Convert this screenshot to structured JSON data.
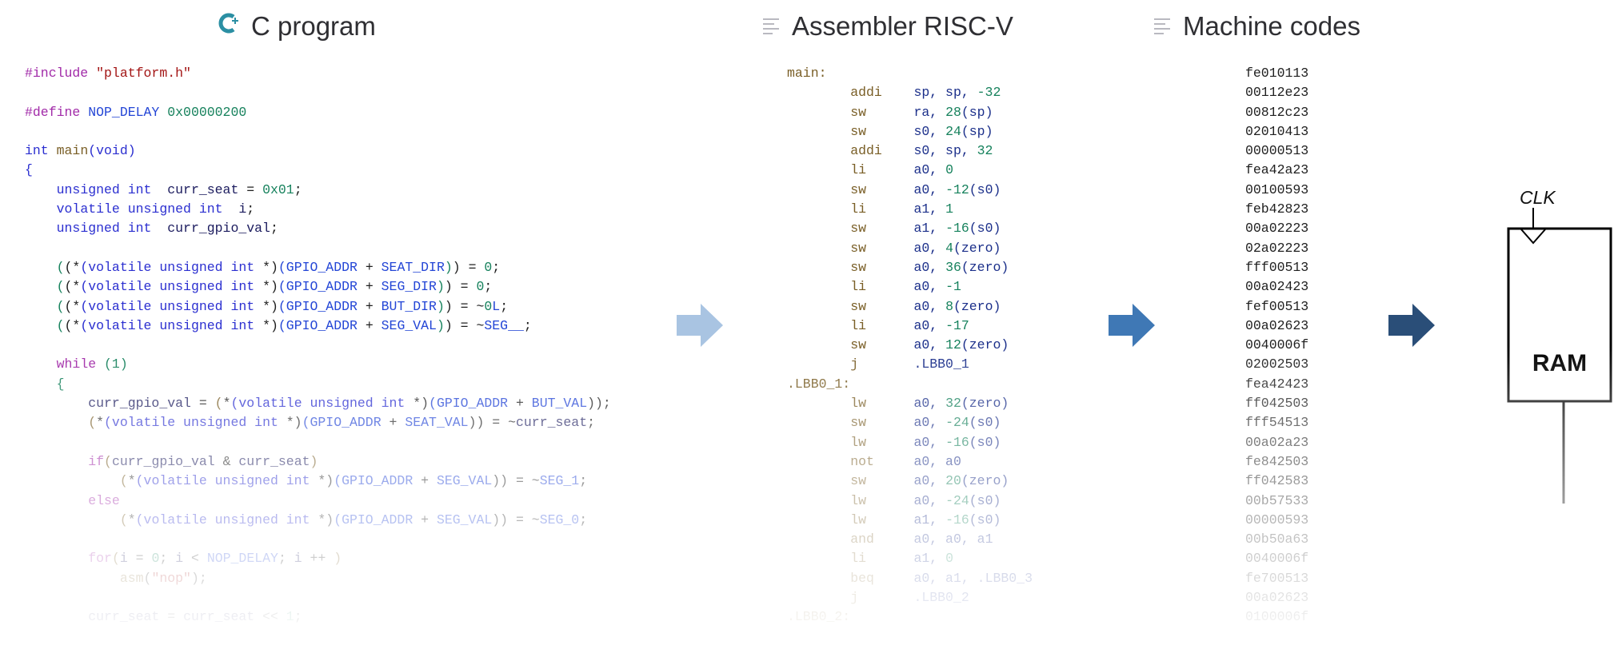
{
  "titles": {
    "c_program": "C program",
    "assembler": "Assembler RISC-V",
    "machine": "Machine codes"
  },
  "c_code": [
    [
      [
        "pp",
        "#include "
      ],
      [
        "str",
        "\"platform.h\""
      ]
    ],
    [],
    [
      [
        "pp",
        "#define "
      ],
      [
        "mac",
        "NOP_DELAY "
      ],
      [
        "num",
        "0x00000200"
      ]
    ],
    [],
    [
      [
        "kw",
        "int "
      ],
      [
        "fn",
        "main"
      ],
      [
        "kw",
        "(void)"
      ]
    ],
    [
      [
        "kw",
        "{"
      ]
    ],
    [
      [
        "plain",
        "    "
      ],
      [
        "kw",
        "unsigned int  "
      ],
      [
        "id",
        "curr_seat"
      ],
      [
        "plain",
        " = "
      ],
      [
        "num",
        "0x01"
      ],
      [
        "plain",
        ";"
      ]
    ],
    [
      [
        "plain",
        "    "
      ],
      [
        "kw",
        "volatile unsigned int  "
      ],
      [
        "id",
        "i"
      ],
      [
        "plain",
        ";"
      ]
    ],
    [
      [
        "plain",
        "    "
      ],
      [
        "kw",
        "unsigned int  "
      ],
      [
        "id",
        "curr_gpio_val"
      ],
      [
        "plain",
        ";"
      ]
    ],
    [],
    [
      [
        "plain",
        "    "
      ],
      [
        "num",
        "("
      ],
      [
        "plain",
        "(*"
      ],
      [
        "kw",
        "(volatile unsigned int "
      ],
      [
        "plain",
        "*)"
      ],
      [
        "mac",
        "(GPIO_ADDR"
      ],
      [
        "plain",
        " + "
      ],
      [
        "mac",
        "SEAT_DIR"
      ],
      [
        "num",
        ")"
      ],
      [
        "plain",
        ") = "
      ],
      [
        "num",
        "0"
      ],
      [
        "plain",
        ";"
      ]
    ],
    [
      [
        "plain",
        "    "
      ],
      [
        "num",
        "("
      ],
      [
        "plain",
        "(*"
      ],
      [
        "kw",
        "(volatile unsigned int "
      ],
      [
        "plain",
        "*)"
      ],
      [
        "mac",
        "(GPIO_ADDR"
      ],
      [
        "plain",
        " + "
      ],
      [
        "mac",
        "SEG_DIR"
      ],
      [
        "num",
        ")"
      ],
      [
        "plain",
        ") = "
      ],
      [
        "num",
        "0"
      ],
      [
        "plain",
        ";"
      ]
    ],
    [
      [
        "plain",
        "    "
      ],
      [
        "num",
        "("
      ],
      [
        "plain",
        "(*"
      ],
      [
        "kw",
        "(volatile unsigned int "
      ],
      [
        "plain",
        "*)"
      ],
      [
        "mac",
        "(GPIO_ADDR"
      ],
      [
        "plain",
        " + "
      ],
      [
        "mac",
        "BUT_DIR"
      ],
      [
        "num",
        ")"
      ],
      [
        "plain",
        ") = ~"
      ],
      [
        "num",
        "0"
      ],
      [
        "mac",
        "L"
      ],
      [
        "plain",
        ";"
      ]
    ],
    [
      [
        "plain",
        "    "
      ],
      [
        "num",
        "("
      ],
      [
        "plain",
        "(*"
      ],
      [
        "kw",
        "(volatile unsigned int "
      ],
      [
        "plain",
        "*)"
      ],
      [
        "mac",
        "(GPIO_ADDR"
      ],
      [
        "plain",
        " + "
      ],
      [
        "mac",
        "SEG_VAL"
      ],
      [
        "num",
        ")"
      ],
      [
        "plain",
        ") = ~"
      ],
      [
        "mac",
        "SEG__"
      ],
      [
        "plain",
        ";"
      ]
    ],
    [],
    [
      [
        "plain",
        "    "
      ],
      [
        "pp",
        "while "
      ],
      [
        "num",
        "(1)"
      ]
    ],
    [
      [
        "plain",
        "    "
      ],
      [
        "num",
        "{"
      ]
    ],
    [
      [
        "plain",
        "        "
      ],
      [
        "id",
        "curr_gpio_val"
      ],
      [
        "plain",
        " = "
      ],
      [
        "fn",
        "("
      ],
      [
        "plain",
        "*"
      ],
      [
        "kw",
        "(volatile unsigned int "
      ],
      [
        "plain",
        "*)"
      ],
      [
        "mac",
        "(GPIO_ADDR"
      ],
      [
        "plain",
        " + "
      ],
      [
        "mac",
        "BUT_VAL"
      ],
      [
        "plain",
        "));"
      ]
    ],
    [
      [
        "plain",
        "        "
      ],
      [
        "fn",
        "("
      ],
      [
        "plain",
        "*"
      ],
      [
        "kw",
        "(volatile unsigned int "
      ],
      [
        "plain",
        "*)"
      ],
      [
        "mac",
        "(GPIO_ADDR"
      ],
      [
        "plain",
        " + "
      ],
      [
        "mac",
        "SEAT_VAL"
      ],
      [
        "plain",
        ")) = ~"
      ],
      [
        "id",
        "curr_seat"
      ],
      [
        "plain",
        ";"
      ]
    ],
    [],
    [
      [
        "plain",
        "        "
      ],
      [
        "pp",
        "if"
      ],
      [
        "fn",
        "("
      ],
      [
        "id",
        "curr_gpio_val"
      ],
      [
        "plain",
        " & "
      ],
      [
        "id",
        "curr_seat"
      ],
      [
        "fn",
        ")"
      ]
    ],
    [
      [
        "plain",
        "            "
      ],
      [
        "fn",
        "("
      ],
      [
        "plain",
        "*"
      ],
      [
        "kw",
        "(volatile unsigned int "
      ],
      [
        "plain",
        "*)"
      ],
      [
        "mac",
        "(GPIO_ADDR"
      ],
      [
        "plain",
        " + "
      ],
      [
        "mac",
        "SEG_VAL"
      ],
      [
        "plain",
        ")) = ~"
      ],
      [
        "mac",
        "SEG_1"
      ],
      [
        "plain",
        ";"
      ]
    ],
    [
      [
        "plain",
        "        "
      ],
      [
        "pp",
        "else"
      ]
    ],
    [
      [
        "plain",
        "            "
      ],
      [
        "fn",
        "("
      ],
      [
        "plain",
        "*"
      ],
      [
        "kw",
        "(volatile unsigned int "
      ],
      [
        "plain",
        "*)"
      ],
      [
        "mac",
        "(GPIO_ADDR"
      ],
      [
        "plain",
        " + "
      ],
      [
        "mac",
        "SEG_VAL"
      ],
      [
        "plain",
        ")) = ~"
      ],
      [
        "mac",
        "SEG_0"
      ],
      [
        "plain",
        ";"
      ]
    ],
    [],
    [
      [
        "plain",
        "        "
      ],
      [
        "pp",
        "for"
      ],
      [
        "fn",
        "("
      ],
      [
        "id",
        "i"
      ],
      [
        "plain",
        " = "
      ],
      [
        "num",
        "0"
      ],
      [
        "plain",
        "; "
      ],
      [
        "id",
        "i"
      ],
      [
        "plain",
        " < "
      ],
      [
        "mac",
        "NOP_DELAY"
      ],
      [
        "plain",
        "; "
      ],
      [
        "id",
        "i"
      ],
      [
        "plain",
        " ++ "
      ],
      [
        "fn",
        ")"
      ]
    ],
    [
      [
        "plain",
        "            "
      ],
      [
        "fn",
        "asm"
      ],
      [
        "plain",
        "("
      ],
      [
        "str",
        "\"nop\""
      ],
      [
        "plain",
        ");"
      ]
    ],
    [],
    [
      [
        "plain",
        "        "
      ],
      [
        "id",
        "curr_seat"
      ],
      [
        "plain",
        " = "
      ],
      [
        "id",
        "curr_seat"
      ],
      [
        "plain",
        " << "
      ],
      [
        "num",
        "1"
      ],
      [
        "plain",
        ";"
      ]
    ]
  ],
  "asm_code": [
    [
      [
        "lbl",
        "main:"
      ]
    ],
    [
      [
        "plain",
        "        "
      ],
      [
        "mn",
        "addi"
      ],
      [
        "plain",
        "    "
      ],
      [
        "reg",
        "sp, sp, "
      ],
      [
        "num",
        "-32"
      ]
    ],
    [
      [
        "plain",
        "        "
      ],
      [
        "mn",
        "sw"
      ],
      [
        "plain",
        "      "
      ],
      [
        "reg",
        "ra, "
      ],
      [
        "num",
        "28"
      ],
      [
        "reg",
        "(sp)"
      ]
    ],
    [
      [
        "plain",
        "        "
      ],
      [
        "mn",
        "sw"
      ],
      [
        "plain",
        "      "
      ],
      [
        "reg",
        "s0, "
      ],
      [
        "num",
        "24"
      ],
      [
        "reg",
        "(sp)"
      ]
    ],
    [
      [
        "plain",
        "        "
      ],
      [
        "mn",
        "addi"
      ],
      [
        "plain",
        "    "
      ],
      [
        "reg",
        "s0, sp, "
      ],
      [
        "num",
        "32"
      ]
    ],
    [
      [
        "plain",
        "        "
      ],
      [
        "mn",
        "li"
      ],
      [
        "plain",
        "      "
      ],
      [
        "reg",
        "a0, "
      ],
      [
        "num",
        "0"
      ]
    ],
    [
      [
        "plain",
        "        "
      ],
      [
        "mn",
        "sw"
      ],
      [
        "plain",
        "      "
      ],
      [
        "reg",
        "a0, "
      ],
      [
        "num",
        "-12"
      ],
      [
        "reg",
        "(s0)"
      ]
    ],
    [
      [
        "plain",
        "        "
      ],
      [
        "mn",
        "li"
      ],
      [
        "plain",
        "      "
      ],
      [
        "reg",
        "a1, "
      ],
      [
        "num",
        "1"
      ]
    ],
    [
      [
        "plain",
        "        "
      ],
      [
        "mn",
        "sw"
      ],
      [
        "plain",
        "      "
      ],
      [
        "reg",
        "a1, "
      ],
      [
        "num",
        "-16"
      ],
      [
        "reg",
        "(s0)"
      ]
    ],
    [
      [
        "plain",
        "        "
      ],
      [
        "mn",
        "sw"
      ],
      [
        "plain",
        "      "
      ],
      [
        "reg",
        "a0, "
      ],
      [
        "num",
        "4"
      ],
      [
        "reg",
        "(zero)"
      ]
    ],
    [
      [
        "plain",
        "        "
      ],
      [
        "mn",
        "sw"
      ],
      [
        "plain",
        "      "
      ],
      [
        "reg",
        "a0, "
      ],
      [
        "num",
        "36"
      ],
      [
        "reg",
        "(zero)"
      ]
    ],
    [
      [
        "plain",
        "        "
      ],
      [
        "mn",
        "li"
      ],
      [
        "plain",
        "      "
      ],
      [
        "reg",
        "a0, "
      ],
      [
        "num",
        "-1"
      ]
    ],
    [
      [
        "plain",
        "        "
      ],
      [
        "mn",
        "sw"
      ],
      [
        "plain",
        "      "
      ],
      [
        "reg",
        "a0, "
      ],
      [
        "num",
        "8"
      ],
      [
        "reg",
        "(zero)"
      ]
    ],
    [
      [
        "plain",
        "        "
      ],
      [
        "mn",
        "li"
      ],
      [
        "plain",
        "      "
      ],
      [
        "reg",
        "a0, "
      ],
      [
        "num",
        "-17"
      ]
    ],
    [
      [
        "plain",
        "        "
      ],
      [
        "mn",
        "sw"
      ],
      [
        "plain",
        "      "
      ],
      [
        "reg",
        "a0, "
      ],
      [
        "num",
        "12"
      ],
      [
        "reg",
        "(zero)"
      ]
    ],
    [
      [
        "plain",
        "        "
      ],
      [
        "mn",
        "j"
      ],
      [
        "plain",
        "       "
      ],
      [
        "reg",
        ".LBB0_1"
      ]
    ],
    [
      [
        "lbl",
        ".LBB0_1:"
      ]
    ],
    [
      [
        "plain",
        "        "
      ],
      [
        "mn",
        "lw"
      ],
      [
        "plain",
        "      "
      ],
      [
        "reg",
        "a0, "
      ],
      [
        "num",
        "32"
      ],
      [
        "reg",
        "(zero)"
      ]
    ],
    [
      [
        "plain",
        "        "
      ],
      [
        "mn",
        "sw"
      ],
      [
        "plain",
        "      "
      ],
      [
        "reg",
        "a0, "
      ],
      [
        "num",
        "-24"
      ],
      [
        "reg",
        "(s0)"
      ]
    ],
    [
      [
        "plain",
        "        "
      ],
      [
        "mn",
        "lw"
      ],
      [
        "plain",
        "      "
      ],
      [
        "reg",
        "a0, "
      ],
      [
        "num",
        "-16"
      ],
      [
        "reg",
        "(s0)"
      ]
    ],
    [
      [
        "plain",
        "        "
      ],
      [
        "mn",
        "not"
      ],
      [
        "plain",
        "     "
      ],
      [
        "reg",
        "a0, a0"
      ]
    ],
    [
      [
        "plain",
        "        "
      ],
      [
        "mn",
        "sw"
      ],
      [
        "plain",
        "      "
      ],
      [
        "reg",
        "a0, "
      ],
      [
        "num",
        "20"
      ],
      [
        "reg",
        "(zero)"
      ]
    ],
    [
      [
        "plain",
        "        "
      ],
      [
        "mn",
        "lw"
      ],
      [
        "plain",
        "      "
      ],
      [
        "reg",
        "a0, "
      ],
      [
        "num",
        "-24"
      ],
      [
        "reg",
        "(s0)"
      ]
    ],
    [
      [
        "plain",
        "        "
      ],
      [
        "mn",
        "lw"
      ],
      [
        "plain",
        "      "
      ],
      [
        "reg",
        "a1, "
      ],
      [
        "num",
        "-16"
      ],
      [
        "reg",
        "(s0)"
      ]
    ],
    [
      [
        "plain",
        "        "
      ],
      [
        "mn",
        "and"
      ],
      [
        "plain",
        "     "
      ],
      [
        "reg",
        "a0, a0, a1"
      ]
    ],
    [
      [
        "plain",
        "        "
      ],
      [
        "mn",
        "li"
      ],
      [
        "plain",
        "      "
      ],
      [
        "reg",
        "a1, "
      ],
      [
        "num",
        "0"
      ]
    ],
    [
      [
        "plain",
        "        "
      ],
      [
        "mn",
        "beq"
      ],
      [
        "plain",
        "     "
      ],
      [
        "reg",
        "a0, a1, .LBB0_3"
      ]
    ],
    [
      [
        "plain",
        "        "
      ],
      [
        "mn",
        "j"
      ],
      [
        "plain",
        "       "
      ],
      [
        "reg",
        ".LBB0_2"
      ]
    ],
    [
      [
        "lbl",
        ".LBB0_2:"
      ]
    ]
  ],
  "machine_codes": [
    "fe010113",
    "00112e23",
    "00812c23",
    "02010413",
    "00000513",
    "fea42a23",
    "00100593",
    "feb42823",
    "00a02223",
    "02a02223",
    "fff00513",
    "00a02423",
    "fef00513",
    "00a02623",
    "0040006f",
    "02002503",
    "fea42423",
    "ff042503",
    "fff54513",
    "00a02a23",
    "fe842503",
    "ff042583",
    "00b57533",
    "00000593",
    "00b50a63",
    "0040006f",
    "fe700513",
    "00a02623",
    "0100006f"
  ],
  "ram": {
    "label": "RAM",
    "clock_label": "CLK"
  },
  "colors": {
    "arrow1": "#a9c4e2",
    "arrow2": "#3f78b5",
    "arrow3": "#2a4e78",
    "c_icon": "#2b8fa3"
  },
  "icons": [
    "c-language-icon",
    "document-lines-icon",
    "document-lines-icon"
  ]
}
